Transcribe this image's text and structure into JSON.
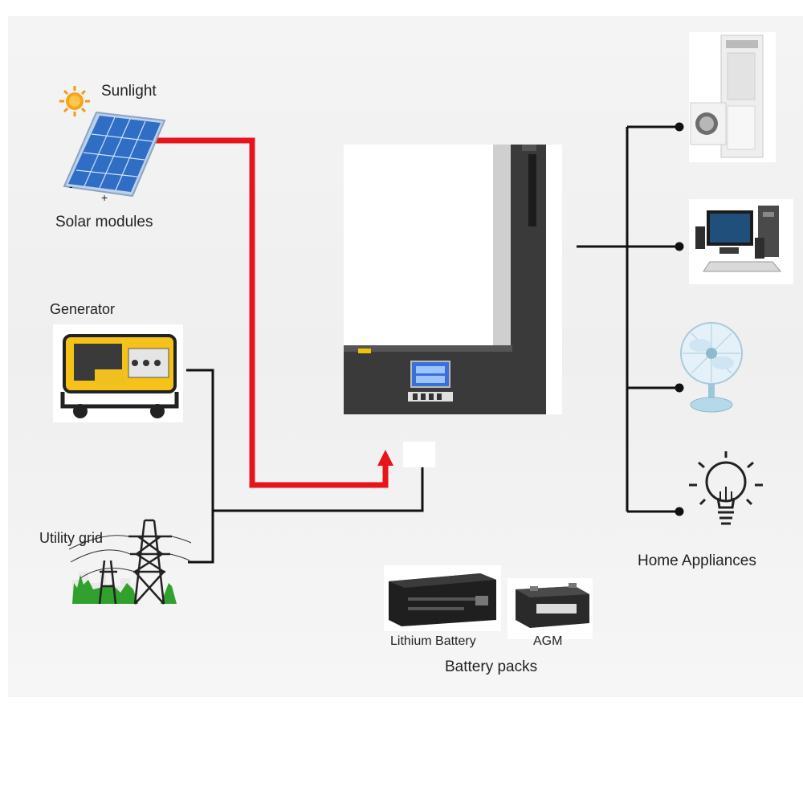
{
  "labels": {
    "sunlight": "Sunlight",
    "solar_modules": "Solar modules",
    "solar_minus": "-",
    "solar_plus": "+",
    "generator": "Generator",
    "utility_grid": "Utility grid",
    "home_appliances": "Home Appliances",
    "lithium_battery": "Lithium Battery",
    "agm": "AGM",
    "battery_packs": "Battery packs"
  },
  "colors": {
    "solar_line": "#e8141c",
    "ac_line": "#111111",
    "inverter_dark": "#3a3a3a",
    "inverter_body": "#ffffff",
    "lcd": "#3d6fd8"
  },
  "icons": [
    "sun-icon",
    "solar-panel-icon",
    "generator-icon",
    "utility-tower-icon",
    "inverter-icon",
    "air-conditioner-icon",
    "computer-icon",
    "fan-icon",
    "light-bulb-icon",
    "lithium-battery-icon",
    "agm-battery-icon"
  ]
}
